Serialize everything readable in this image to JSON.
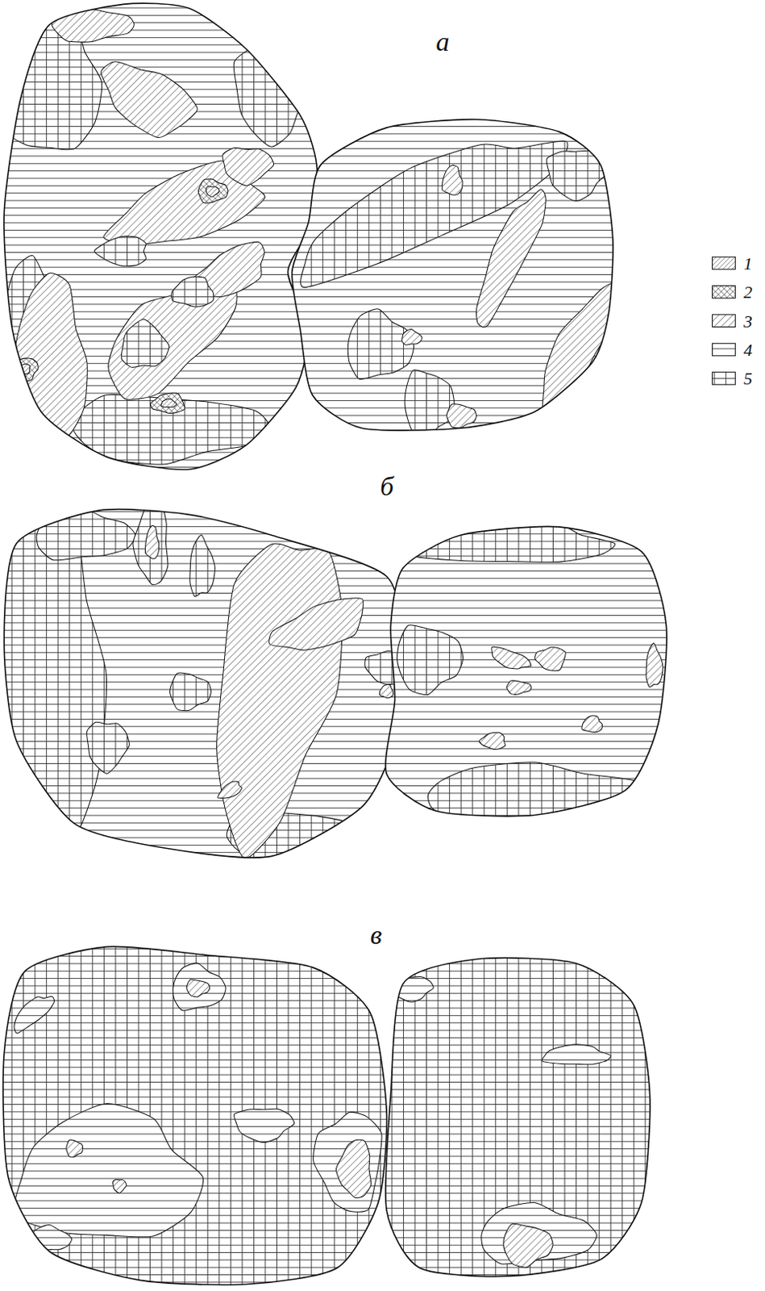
{
  "diagram": {
    "labels": [
      "а",
      "б",
      "в"
    ],
    "legend": [
      {
        "text": "1"
      },
      {
        "text": "2"
      },
      {
        "text": "3"
      },
      {
        "text": "4"
      },
      {
        "text": "5"
      }
    ]
  }
}
